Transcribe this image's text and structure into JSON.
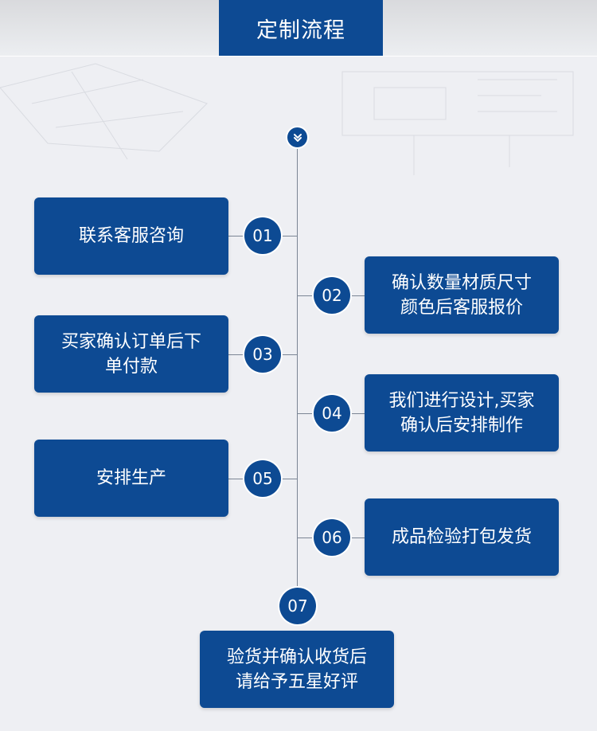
{
  "header": {
    "title": "定制流程"
  },
  "colors": {
    "primary": "#0d4a93",
    "background": "#eeeff3",
    "line": "#7b8594"
  },
  "top_marker": {
    "icon": "double-chevron-down-icon"
  },
  "steps": [
    {
      "number": "01",
      "text": "联系客服咨询"
    },
    {
      "number": "02",
      "text": "确认数量材质尺寸\n颜色后客服报价"
    },
    {
      "number": "03",
      "text": "买家确认订单后下\n单付款"
    },
    {
      "number": "04",
      "text": "我们进行设计,买家\n确认后安排制作"
    },
    {
      "number": "05",
      "text": "安排生产"
    },
    {
      "number": "06",
      "text": "成品检验打包发货"
    },
    {
      "number": "07",
      "text": "验货并确认收货后\n请给予五星好评"
    }
  ]
}
